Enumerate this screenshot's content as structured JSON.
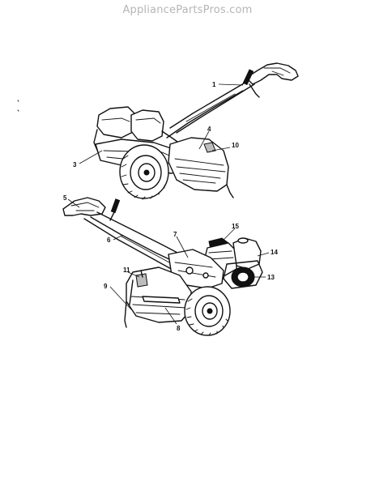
{
  "watermark": "AppliancePartsPros.com",
  "callouts": {
    "c1": "1",
    "c2": "3",
    "c3": "4",
    "c4": "10",
    "c5": "5",
    "c6": "6",
    "c7": "7",
    "c8": "15",
    "c9": "14",
    "c10": "13",
    "c11": "11",
    "c12": "9",
    "c13": "8"
  }
}
